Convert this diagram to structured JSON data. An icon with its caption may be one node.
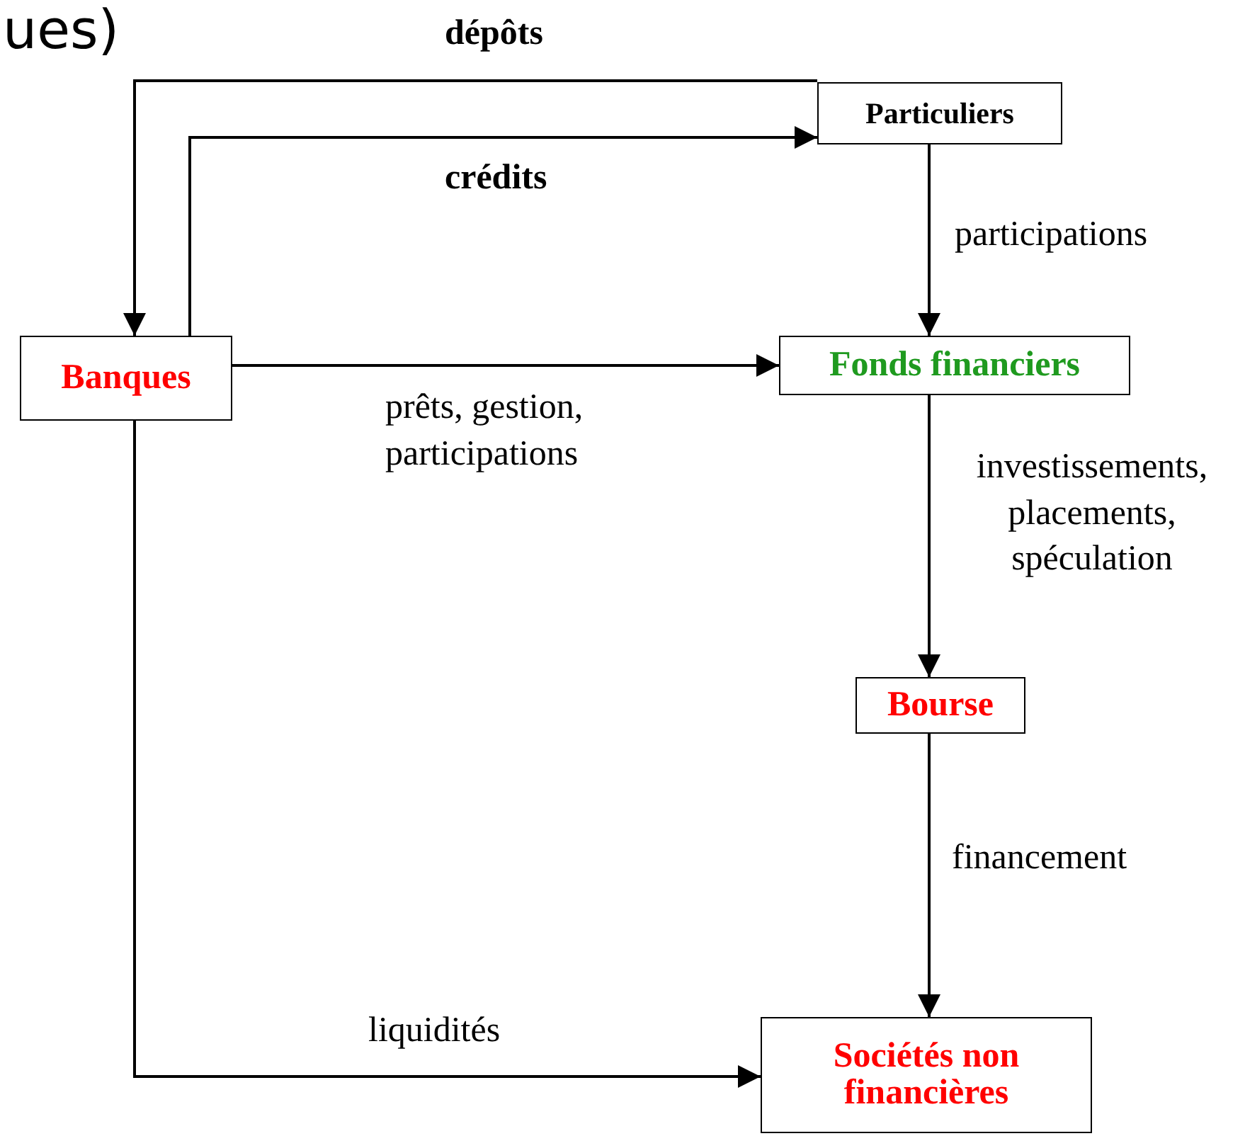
{
  "diagram": {
    "nodes": [
      {
        "text": [
          "Particuliers"
        ]
      },
      {
        "text": [
          "Banques"
        ]
      },
      {
        "text": [
          "Fonds financiers"
        ]
      },
      {
        "text": [
          "Bourse"
        ]
      },
      {
        "text": [
          "Sociétés non financières"
        ]
      }
    ],
    "edges": [
      {
        "from": 0,
        "to": 1,
        "arrow": "to",
        "label": "dépôts"
      },
      {
        "from": 1,
        "to": 0,
        "arrow": "to",
        "label": "crédits"
      },
      {
        "from": 0,
        "to": 2,
        "arrow": "to",
        "label": "participations"
      },
      {
        "from": 1,
        "to": 2,
        "arrow": "to",
        "label": "prêts, gestion, participations"
      },
      {
        "from": 2,
        "to": 3,
        "arrow": "to",
        "label": "investissements, placements, spéculation"
      },
      {
        "from": 3,
        "to": 4,
        "arrow": "to",
        "label": "financement"
      },
      {
        "from": 1,
        "to": 4,
        "arrow": "to",
        "label": "liquidités"
      }
    ],
    "labels": [
      "ues)"
    ]
  }
}
